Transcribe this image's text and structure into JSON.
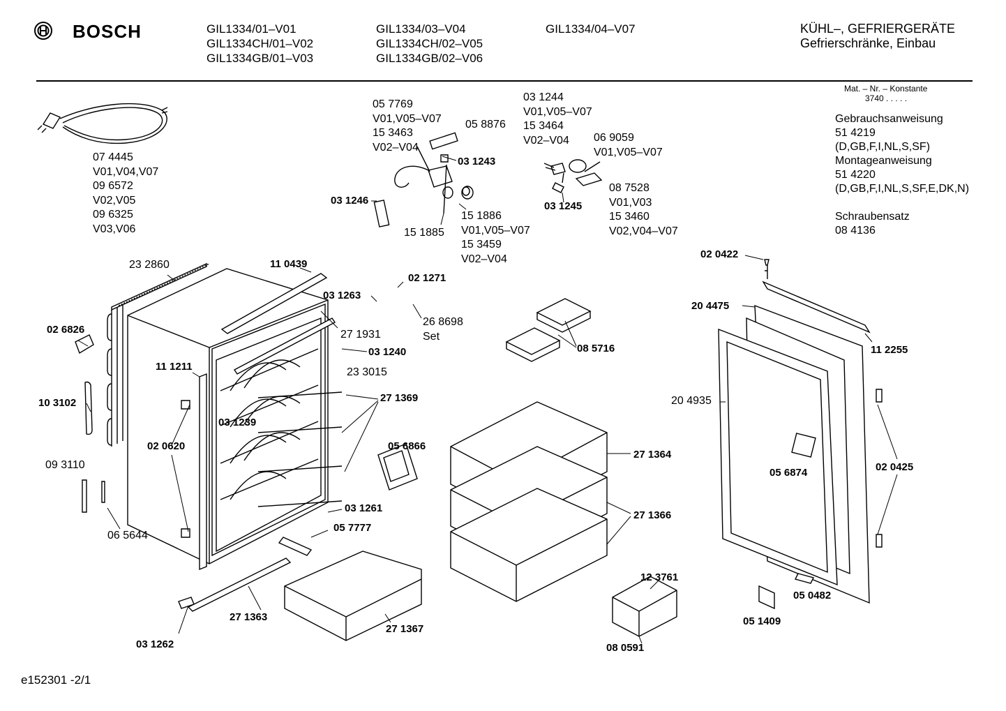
{
  "brand": "BOSCH",
  "header": {
    "models_col1": [
      "GIL1334/01–V01",
      "GIL1334CH/01–V02",
      "GIL1334GB/01–V03"
    ],
    "models_col2": [
      "GIL1334/03–V04",
      "GIL1334CH/02–V05",
      "GIL1334GB/02–V06"
    ],
    "models_col3": [
      "GIL1334/04–V07"
    ],
    "category": "KÜHL–, GEFRIERGERÄTE",
    "subcategory": "Gefrierschränke, Einbau"
  },
  "info": {
    "mat_nr_label": "Mat. – Nr. – Konstante",
    "mat_nr_value": "3740  .  .  .  .  .",
    "gebrauch_label": "Gebrauchsanweisung",
    "gebrauch_nr": "51 4219",
    "gebrauch_lang": "(D,GB,F,I,NL,S,SF)",
    "montage_label": "Montageanweisung",
    "montage_nr": "51 4220",
    "montage_lang": "(D,GB,F,I,NL,S,SF,E,DK,N)",
    "schrauben_label": "Schraubensatz",
    "schrauben_nr": "08 4136"
  },
  "blocks": {
    "cable": [
      "07 4445",
      "V01,V04,V07",
      "09 6572",
      "V02,V05",
      "09 6325",
      "V03,V06"
    ],
    "thermostat": [
      "05 7769",
      "V01,V05–V07",
      "15 3463",
      "V02–V04"
    ],
    "lamp": [
      "03 1244",
      "V01,V05–V07",
      "15 3464",
      "V02–V04"
    ],
    "lamp2": [
      "06 9059",
      "V01,V05–V07"
    ],
    "switch": [
      "08 7528",
      "V01,V03",
      "15 3460",
      "V02,V04–V07"
    ],
    "knob": [
      "15 1886",
      "V01,V05–V07",
      "15 3459",
      "V02–V04"
    ],
    "set": [
      "26 8698",
      "Set"
    ]
  },
  "labels": {
    "p058876": "05 8876",
    "p031243": "03 1243",
    "p031246": "03 1246",
    "p151885": "15 1885",
    "p031245": "03 1245",
    "p232860": "23 2860",
    "p110439": "11 0439",
    "p021271": "02 1271",
    "p031263": "03 1263",
    "p271931": "27 1931",
    "p031240": "03 1240",
    "p026826": "02 6826",
    "p111211": "11 1211",
    "p233015": "23 3015",
    "p103102": "10 3102",
    "p271369": "27 1369",
    "p031239": "03 1239",
    "p020620": "02 0620",
    "p056866": "05 6866",
    "p093110": "09 3110",
    "p031261": "03 1261",
    "p057777": "05 7777",
    "p065644": "06 5644",
    "p271363": "27 1363",
    "p031262": "03 1262",
    "p271367": "27 1367",
    "p085716": "08 5716",
    "p271364": "27 1364",
    "p271366": "27 1366",
    "p123761": "12 3761",
    "p080591": "08 0591",
    "p020422": "02 0422",
    "p204475": "20 4475",
    "p112255": "11 2255",
    "p204935": "20 4935",
    "p056874": "05 6874",
    "p020425": "02 0425",
    "p050482": "05 0482",
    "p051409": "05 1409"
  },
  "footer": {
    "doc_id": "e152301 -2/1"
  }
}
